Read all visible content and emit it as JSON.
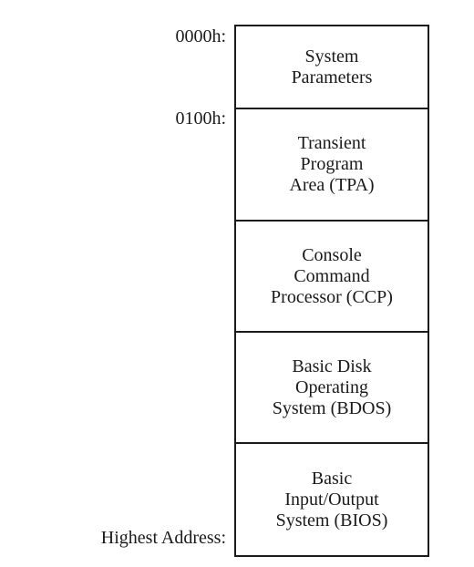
{
  "address_labels": [
    "0000h:",
    "0100h:",
    "Highest Address:"
  ],
  "memory_blocks": [
    "System\nParameters",
    "Transient\nProgram\nArea (TPA)",
    "Console\nCommand\nProcessor (CCP)",
    "Basic Disk\nOperating\nSystem (BDOS)",
    "Basic\nInput/Output\nSystem (BIOS)"
  ]
}
